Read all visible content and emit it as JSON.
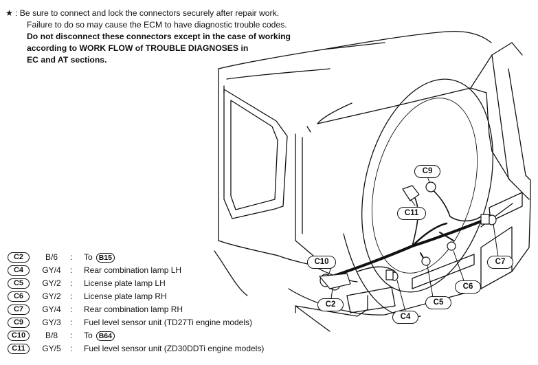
{
  "note": {
    "star": "★",
    "lines": [
      ": Be sure to connect and lock the connectors securely after repair work.",
      "Failure to do so may cause the ECM to have diagnostic trouble codes.",
      "Do not disconnect these connectors except in the case of working",
      "according to WORK FLOW of TROUBLE DIAGNOSES in",
      "EC and AT sections."
    ]
  },
  "legend": [
    {
      "code": "C2",
      "wire": "B/6",
      "desc": "To",
      "ref": "B15"
    },
    {
      "code": "C4",
      "wire": "GY/4",
      "desc": "Rear combination lamp LH"
    },
    {
      "code": "C5",
      "wire": "GY/2",
      "desc": "License plate lamp LH"
    },
    {
      "code": "C6",
      "wire": "GY/2",
      "desc": "License plate lamp RH"
    },
    {
      "code": "C7",
      "wire": "GY/4",
      "desc": "Rear combination lamp RH"
    },
    {
      "code": "C9",
      "wire": "GY/3",
      "desc": "Fuel level sensor unit (TD27Ti engine models)"
    },
    {
      "code": "C10",
      "wire": "B/8",
      "desc": "To",
      "ref": "B64"
    },
    {
      "code": "C11",
      "wire": "GY/5",
      "desc": "Fuel level sensor unit (ZD30DDTi engine models)"
    }
  ],
  "colon": ":",
  "callouts": {
    "c9": "C9",
    "c11": "C11",
    "c10": "C10",
    "c7": "C7",
    "c6": "C6",
    "c5": "C5",
    "c4": "C4",
    "c2": "C2"
  }
}
